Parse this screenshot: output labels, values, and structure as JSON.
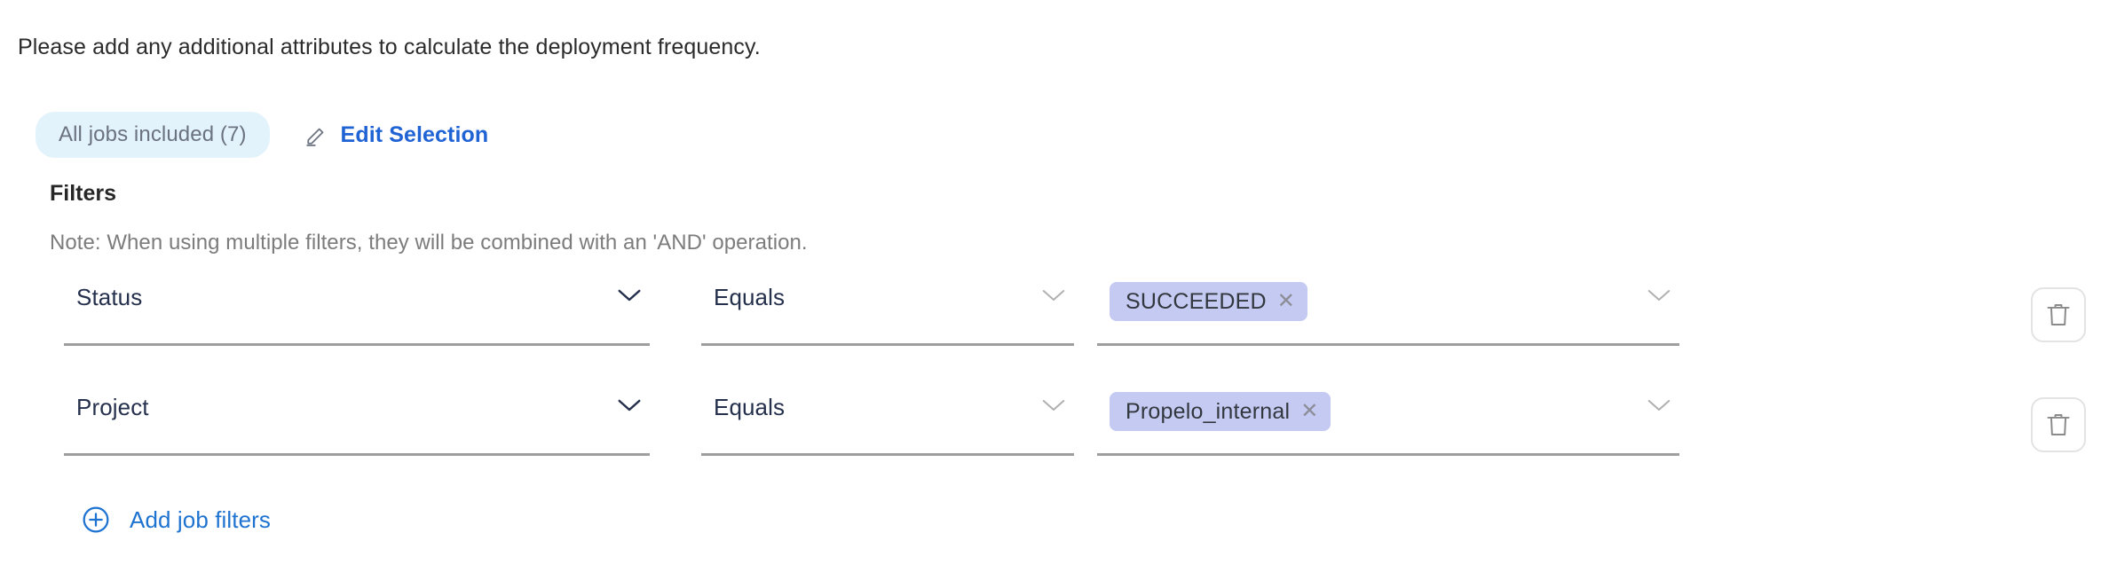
{
  "intro": {
    "text": "Please add any additional attributes to calculate the deployment frequency."
  },
  "selection": {
    "jobs_pill_label": "All jobs included (7)",
    "edit_label": "Edit Selection",
    "pencil_icon": "pencil-icon"
  },
  "filters": {
    "title": "Filters",
    "note": "Note: When using multiple filters, they will be combined with an 'AND' operation.",
    "add_label": "Add job filters",
    "add_icon": "plus-circle-icon",
    "delete_icon": "trash-icon",
    "rows": [
      {
        "attribute": "Status",
        "operator": "Equals",
        "values": [
          {
            "label": "SUCCEEDED",
            "remove_icon": "close-icon"
          }
        ]
      },
      {
        "attribute": "Project",
        "operator": "Equals",
        "values": [
          {
            "label": "Propelo_internal",
            "remove_icon": "close-icon"
          }
        ]
      }
    ]
  },
  "colors": {
    "link_blue": "#1f63d4",
    "pill_bg": "#e3f3fb",
    "pill_text": "#6b7280",
    "chip_bg": "#c4caf2",
    "chip_text": "#33383f",
    "field_text": "#25304d",
    "underline": "#9e9e9e",
    "note_text": "#7c7c7c"
  }
}
